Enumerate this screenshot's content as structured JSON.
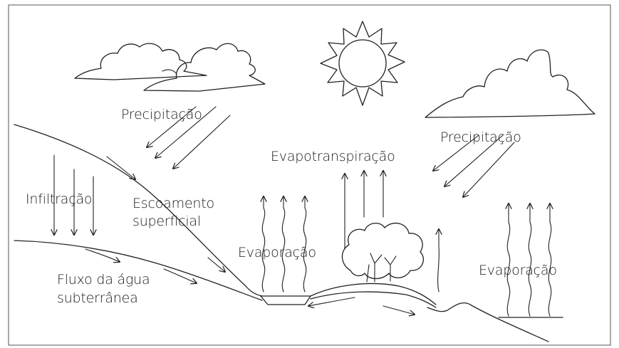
{
  "labels": {
    "precip_left": "Precipitação",
    "precip_right": "Precipitação",
    "evapotranspiration": "Evapotranspiração",
    "infiltration": "Infiltração",
    "runoff_line1": "Escoamento",
    "runoff_line2": "superficial",
    "evap_left": "Evaporação",
    "evap_right": "Evaporação",
    "groundwater_line1": "Fluxo da água",
    "groundwater_line2": "subterrânea"
  },
  "colors": {
    "line": "#222222",
    "background": "#ffffff"
  }
}
